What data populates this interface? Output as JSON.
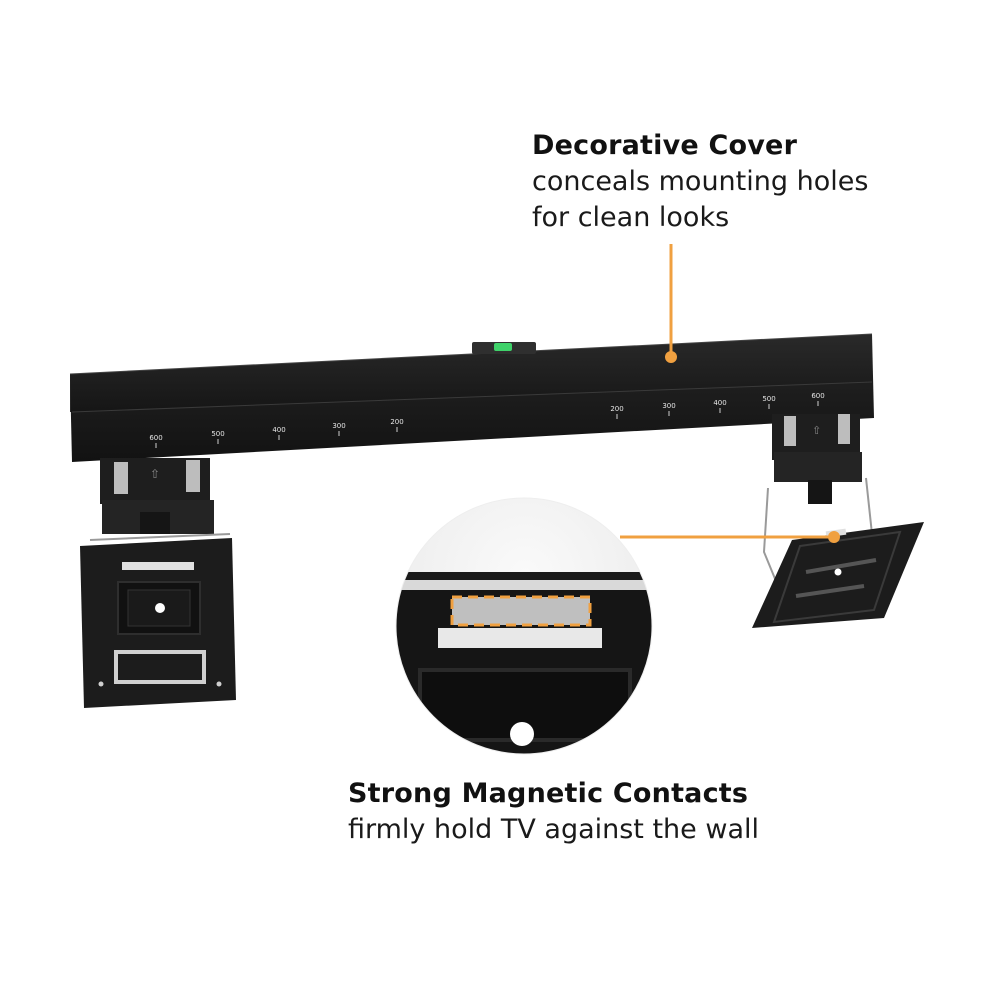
{
  "callouts": {
    "top": {
      "title": "Decorative Cover",
      "line1": "conceals mounting holes",
      "line2": "for clean looks"
    },
    "bottom": {
      "title": "Strong Magnetic Contacts",
      "line1": "firmly hold TV against the wall"
    }
  },
  "scale_left": [
    "600",
    "500",
    "400",
    "300",
    "200"
  ],
  "scale_right": [
    "200",
    "300",
    "400",
    "500",
    "600"
  ],
  "colors": {
    "accent": "#F0A040",
    "bracket": "#1c1c1c",
    "level": "#3fd26a"
  }
}
